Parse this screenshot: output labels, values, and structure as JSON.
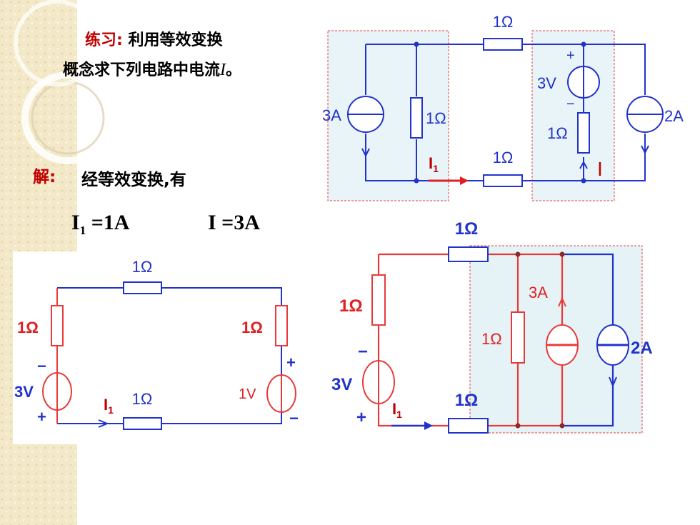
{
  "slide": {
    "exercise_label": "练习:",
    "exercise_text_line1": "利用等效变换",
    "exercise_text_line2": "概念求下列电路中电流",
    "exercise_var": "I",
    "exercise_end": "。",
    "solution_label": "解:",
    "solution_text": "经等效变换,有",
    "answer_i1": "I",
    "answer_i1_sub": "1",
    "answer_i1_value": " =1A",
    "answer_i_value": "I =3A"
  },
  "circuit_original": {
    "r_top": "1Ω",
    "current_src_left": "3A",
    "r_mid_left": "1Ω",
    "voltage_src": "3V",
    "plus": "+",
    "minus": "−",
    "r_right_vert": "1Ω",
    "r_bottom": "1Ω",
    "current_src_right": "2A",
    "i1_label": "I",
    "i1_sub": "1",
    "i_label": "I"
  },
  "circuit_equiv_left": {
    "r_top": "1Ω",
    "r_left": "1Ω",
    "r_right": "1Ω",
    "r_bottom": "1Ω",
    "v_left": "3V",
    "v_right": "1V",
    "plus": "+",
    "minus": "−",
    "i1_label": "I",
    "i1_sub": "1"
  },
  "circuit_equiv_right": {
    "r_top": "1Ω",
    "r_left": "1Ω",
    "r_mid": "1Ω",
    "r_bottom": "1Ω",
    "v_left": "3V",
    "i_src_mid": "3A",
    "i_src_right": "2A",
    "plus": "+",
    "minus": "−",
    "i1_label": "I",
    "i1_sub": "1"
  },
  "colors": {
    "blue": "#2233cc",
    "red": "#e83a3a",
    "darkred": "#c00000",
    "panel": "#e6f3f6"
  }
}
